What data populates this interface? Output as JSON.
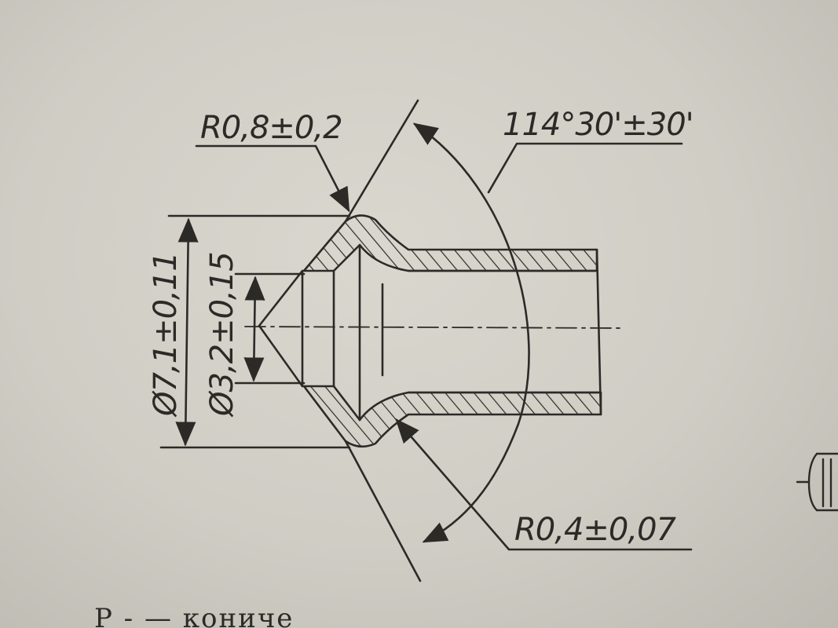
{
  "dimensions": {
    "radius_top": "R0,8±0,2",
    "angle": "114°30'±30'",
    "diameter_outer": "Ø7,1±0,11",
    "diameter_inner": "Ø3,2±0,15",
    "radius_bottom": "R0,4±0,07"
  },
  "colors": {
    "ink": "#2b2a27",
    "paper": "#d6d4cb"
  },
  "caption": {
    "text": "Р          -          —    кониче"
  }
}
